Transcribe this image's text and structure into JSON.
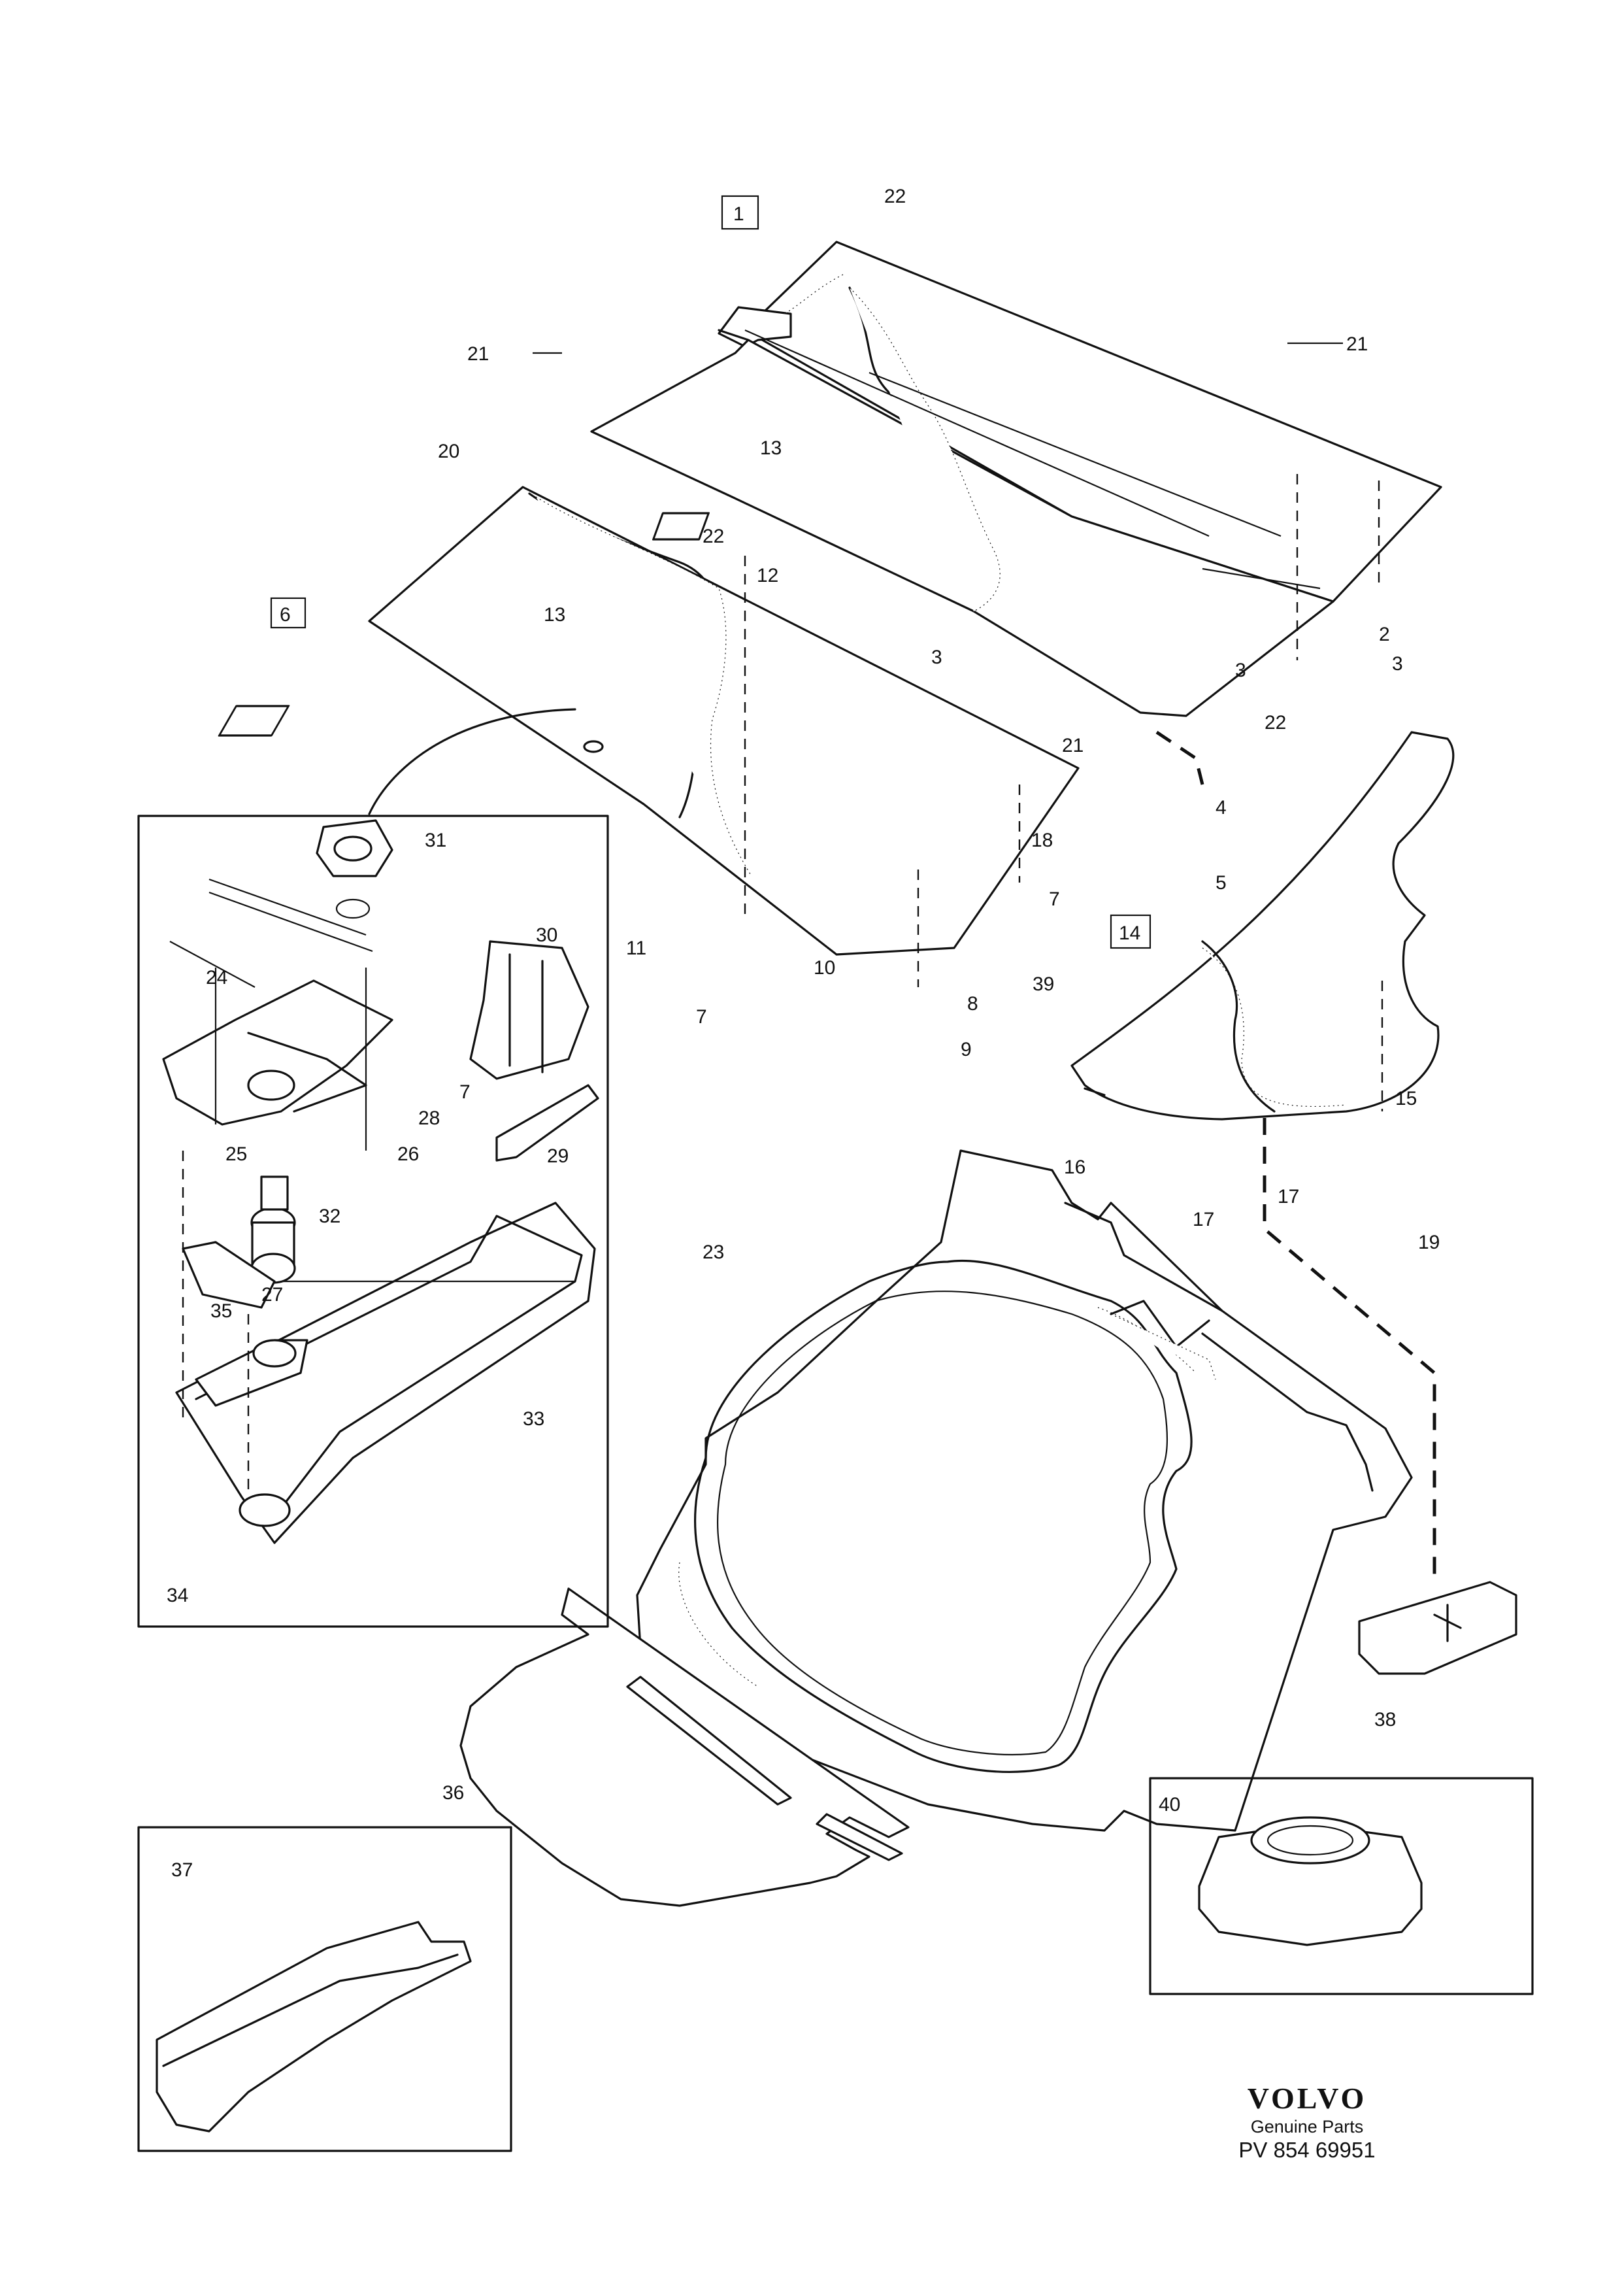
{
  "callouts": {
    "c1": "1",
    "c2": "2",
    "c3a": "3",
    "c3b": "3",
    "c3c": "3",
    "c4": "4",
    "c5": "5",
    "c6": "6",
    "c7a": "7",
    "c7b": "7",
    "c7c": "7",
    "c8": "8",
    "c9": "9",
    "c10": "10",
    "c11": "11",
    "c12": "12",
    "c13a": "13",
    "c13b": "13",
    "c14": "14",
    "c15": "15",
    "c16": "16",
    "c17a": "17",
    "c17b": "17",
    "c18": "18",
    "c19": "19",
    "c20": "20",
    "c21a": "21",
    "c21b": "21",
    "c21c": "21",
    "c22a": "22",
    "c22b": "22",
    "c22c": "22",
    "c23": "23",
    "c24": "24",
    "c25": "25",
    "c26": "26",
    "c27": "27",
    "c28": "28",
    "c29": "29",
    "c30": "30",
    "c31": "31",
    "c32": "32",
    "c33": "33",
    "c34": "34",
    "c35": "35",
    "c36": "36",
    "c37": "37",
    "c38": "38",
    "c39": "39",
    "c40": "40"
  },
  "footer": {
    "brand": "VOLVO",
    "subtitle": "Genuine Parts",
    "part_number": "PV 854 69951"
  },
  "colors": {
    "ink": "#111111",
    "paper": "#ffffff"
  }
}
